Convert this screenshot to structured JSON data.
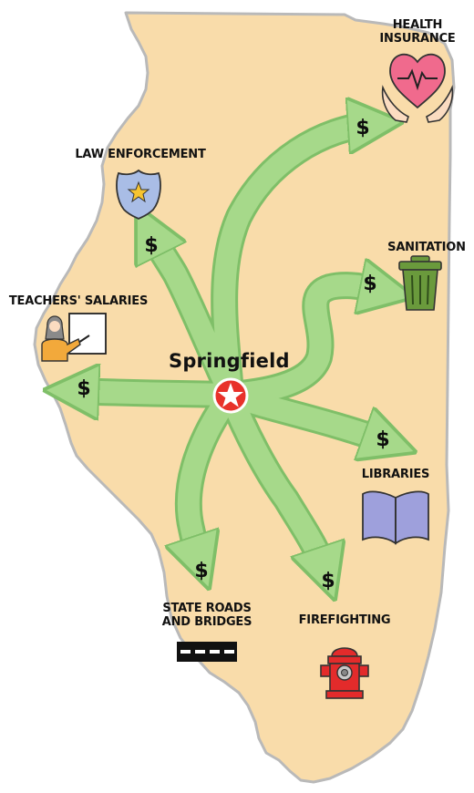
{
  "map": {
    "capital": "Springfield",
    "colors": {
      "state_fill": "#f9dcaa",
      "state_outline": "#b9b9b9",
      "arrow_fill": "#a6d98a",
      "arrow_stroke": "#7fbf68",
      "star_circle": "#e8312a"
    }
  },
  "destinations": [
    {
      "id": "health",
      "label_line1": "HEALTH",
      "label_line2": "INSURANCE",
      "icon": "heart-hands-icon",
      "symbol": "$"
    },
    {
      "id": "law",
      "label_line1": "LAW ENFORCEMENT",
      "label_line2": "",
      "icon": "police-badge-icon",
      "symbol": "$"
    },
    {
      "id": "sanitation",
      "label_line1": "SANITATION",
      "label_line2": "",
      "icon": "trash-can-icon",
      "symbol": "$"
    },
    {
      "id": "teachers",
      "label_line1": "TEACHERS' SALARIES",
      "label_line2": "",
      "icon": "teacher-icon",
      "symbol": "$"
    },
    {
      "id": "libraries",
      "label_line1": "LIBRARIES",
      "label_line2": "",
      "icon": "book-icon",
      "symbol": "$"
    },
    {
      "id": "roads",
      "label_line1": "STATE ROADS",
      "label_line2": "AND BRIDGES",
      "icon": "road-icon",
      "symbol": "$"
    },
    {
      "id": "fire",
      "label_line1": "FIREFIGHTING",
      "label_line2": "",
      "icon": "fire-hydrant-icon",
      "symbol": "$"
    }
  ]
}
